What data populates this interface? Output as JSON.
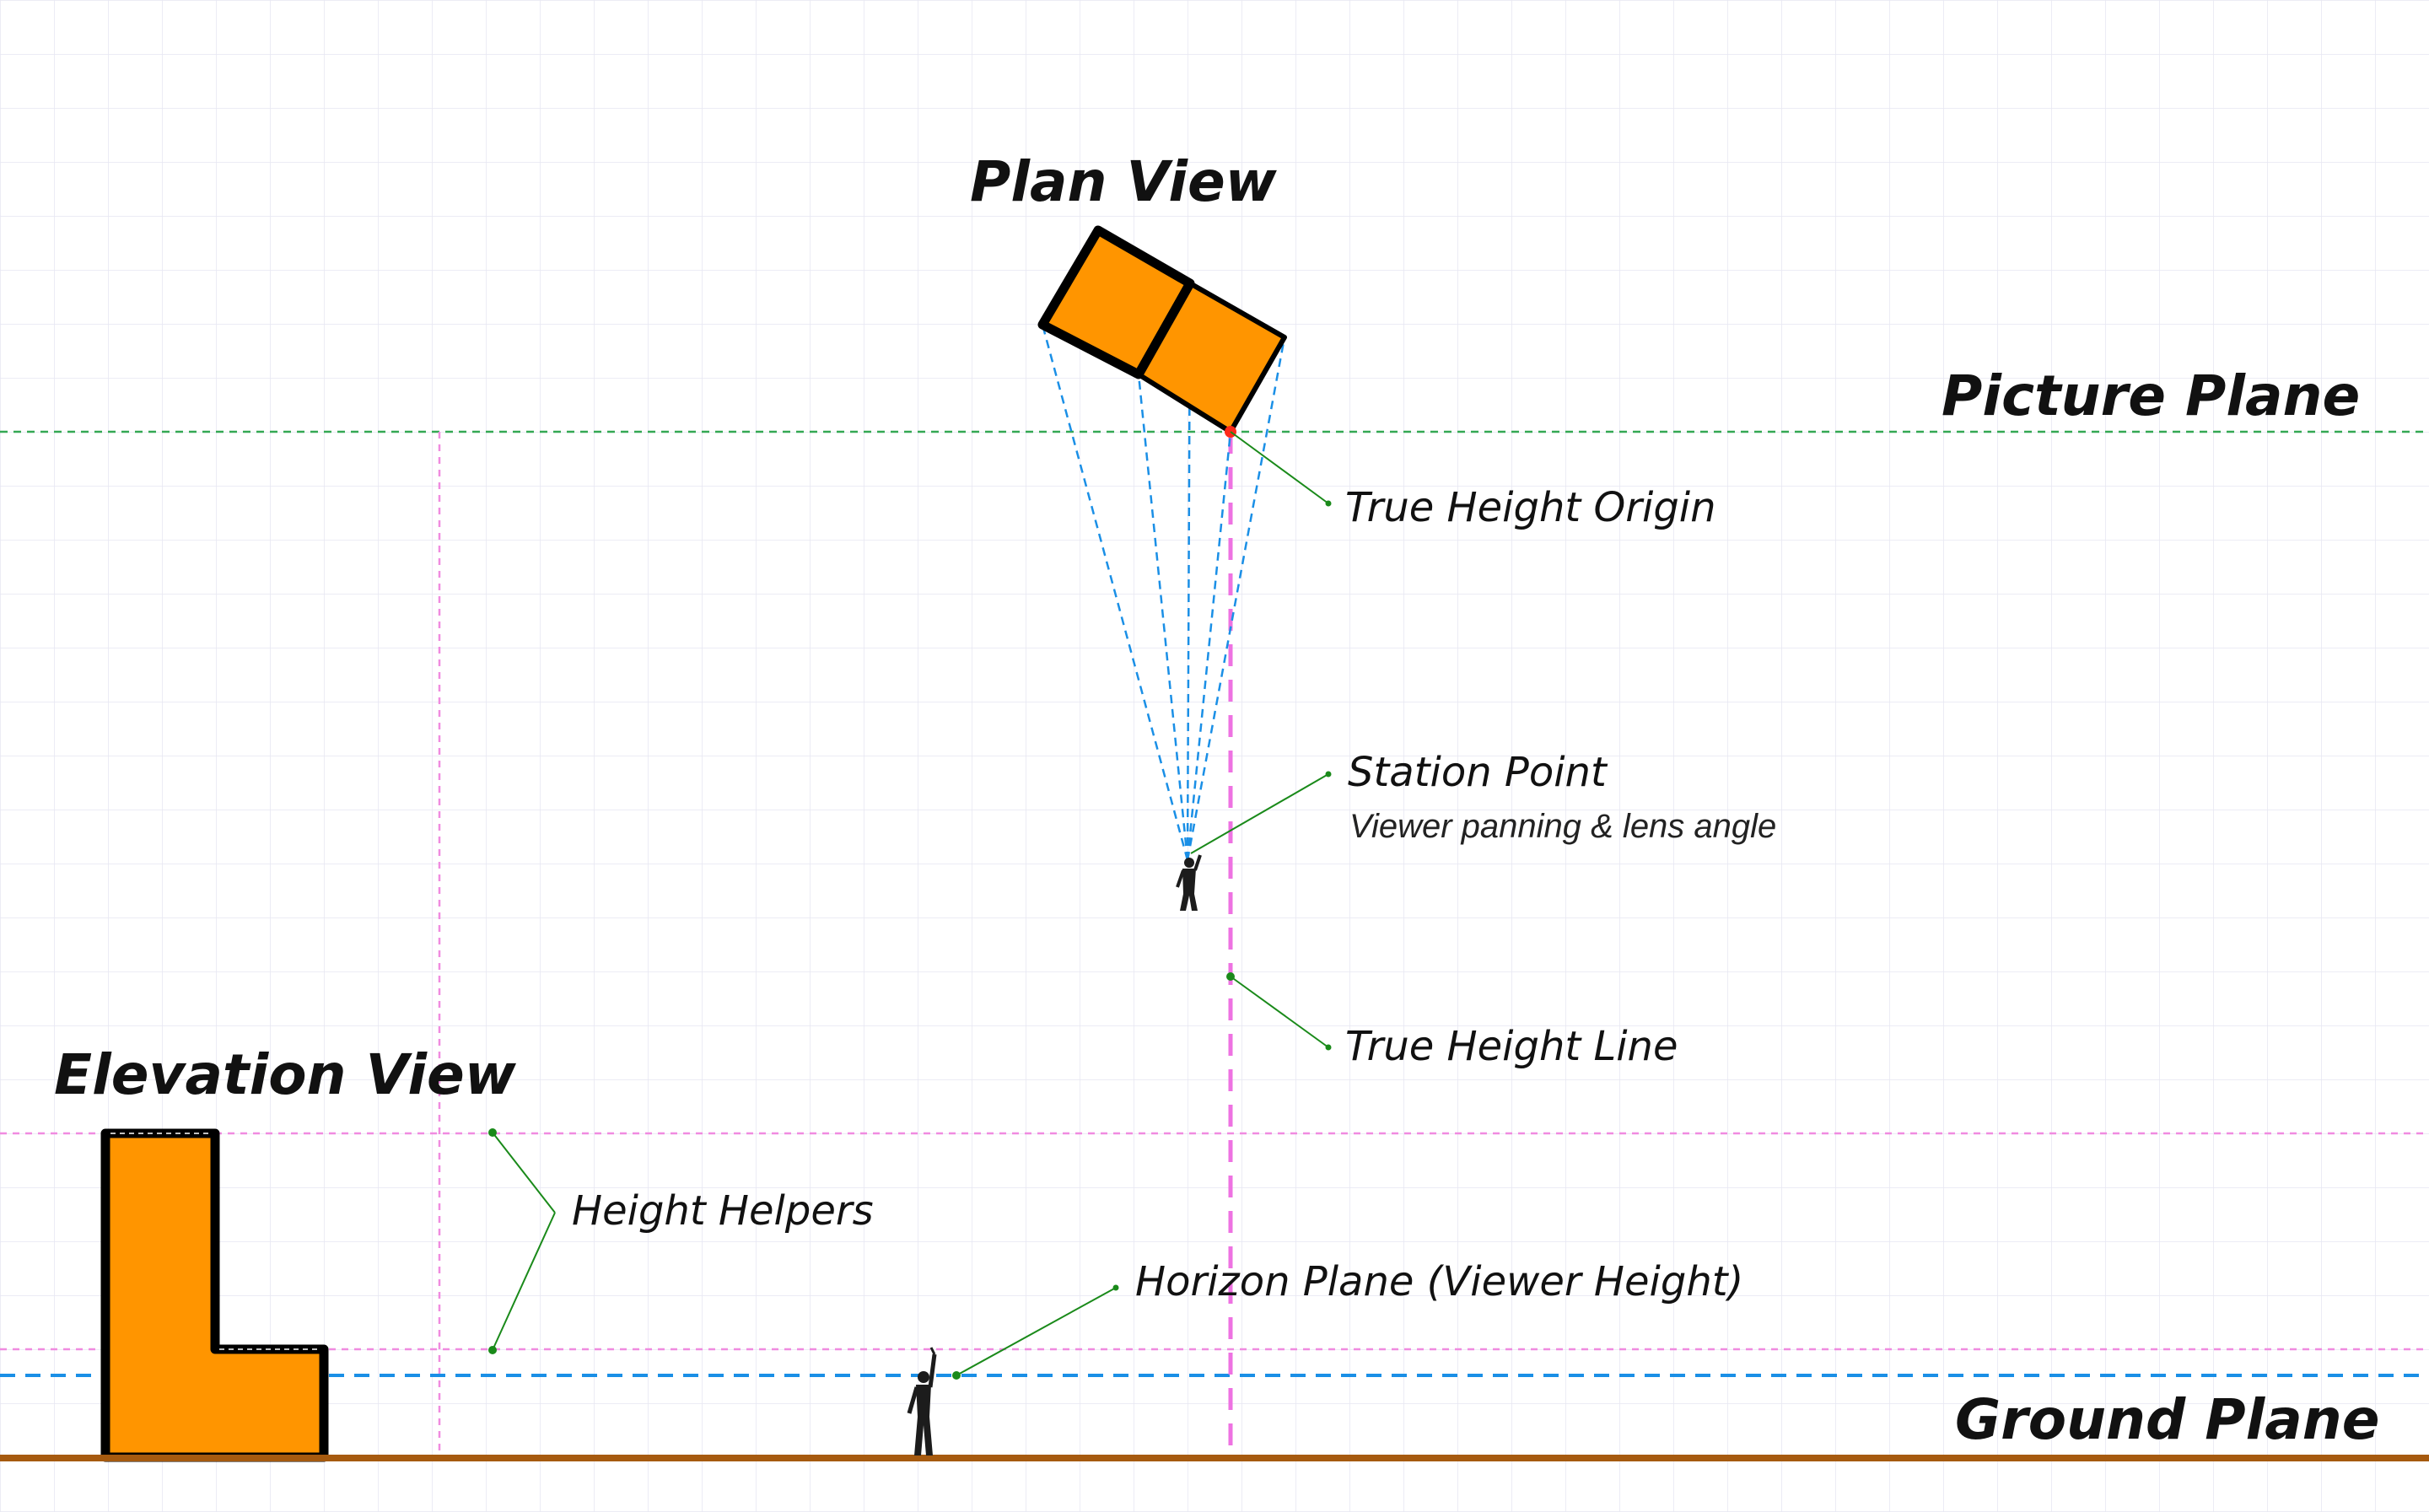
{
  "titles": {
    "plan_view": "Plan View",
    "picture_plane": "Picture Plane",
    "elevation_view": "Elevation View",
    "ground_plane": "Ground Plane"
  },
  "annotations": {
    "true_height_origin": "True Height Origin",
    "station_point": "Station Point",
    "station_point_note": "Viewer panning & lens angle",
    "true_height_line": "True Height Line",
    "height_helpers": "Height Helpers",
    "horizon_plane": "Horizon Plane (Viewer Height)"
  },
  "colors": {
    "grid": "#e4e4f0",
    "object_fill": "#ff9500",
    "object_stroke": "#000000",
    "picture_plane": "#34a853",
    "sight_lines": "#1a8fe6",
    "horizon": "#1a8fe6",
    "height_helpers": "#f08be0",
    "true_height_line": "#ee72e2",
    "ground": "#a65a0f",
    "leader": "#1a8a1a",
    "origin_point": "#ff2a1a"
  },
  "icons": {
    "viewer_plan": "human-figure-icon",
    "viewer_elevation": "human-figure-icon"
  }
}
